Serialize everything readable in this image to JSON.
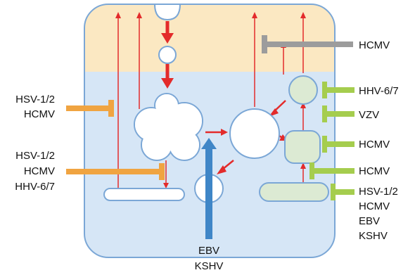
{
  "colors": {
    "top_zone": "#fbe8c2",
    "cell_body": "#d6e6f6",
    "outline": "#7ba7d6",
    "compartment_green": "#dcead3",
    "arrow_red": "#e32b2b",
    "inhibit_orange": "#f0a441",
    "inhibit_green": "#a5cd4e",
    "inhibit_grey": "#9c9c9c",
    "arrow_blue": "#3f86c7"
  },
  "labels": {
    "hcmv_top": "HCMV",
    "left_upper": [
      "HSV-1/2",
      "HCMV"
    ],
    "left_lower": [
      "HSV-1/2",
      "HCMV",
      "HHV-6/7"
    ],
    "right_1": "HHV-6/7",
    "right_2": "VZV",
    "right_3": "HCMV",
    "right_4": "HCMV",
    "right_5": [
      "HSV-1/2",
      "HCMV",
      "EBV",
      "KSHV"
    ],
    "bottom": [
      "EBV",
      "KSHV"
    ]
  }
}
